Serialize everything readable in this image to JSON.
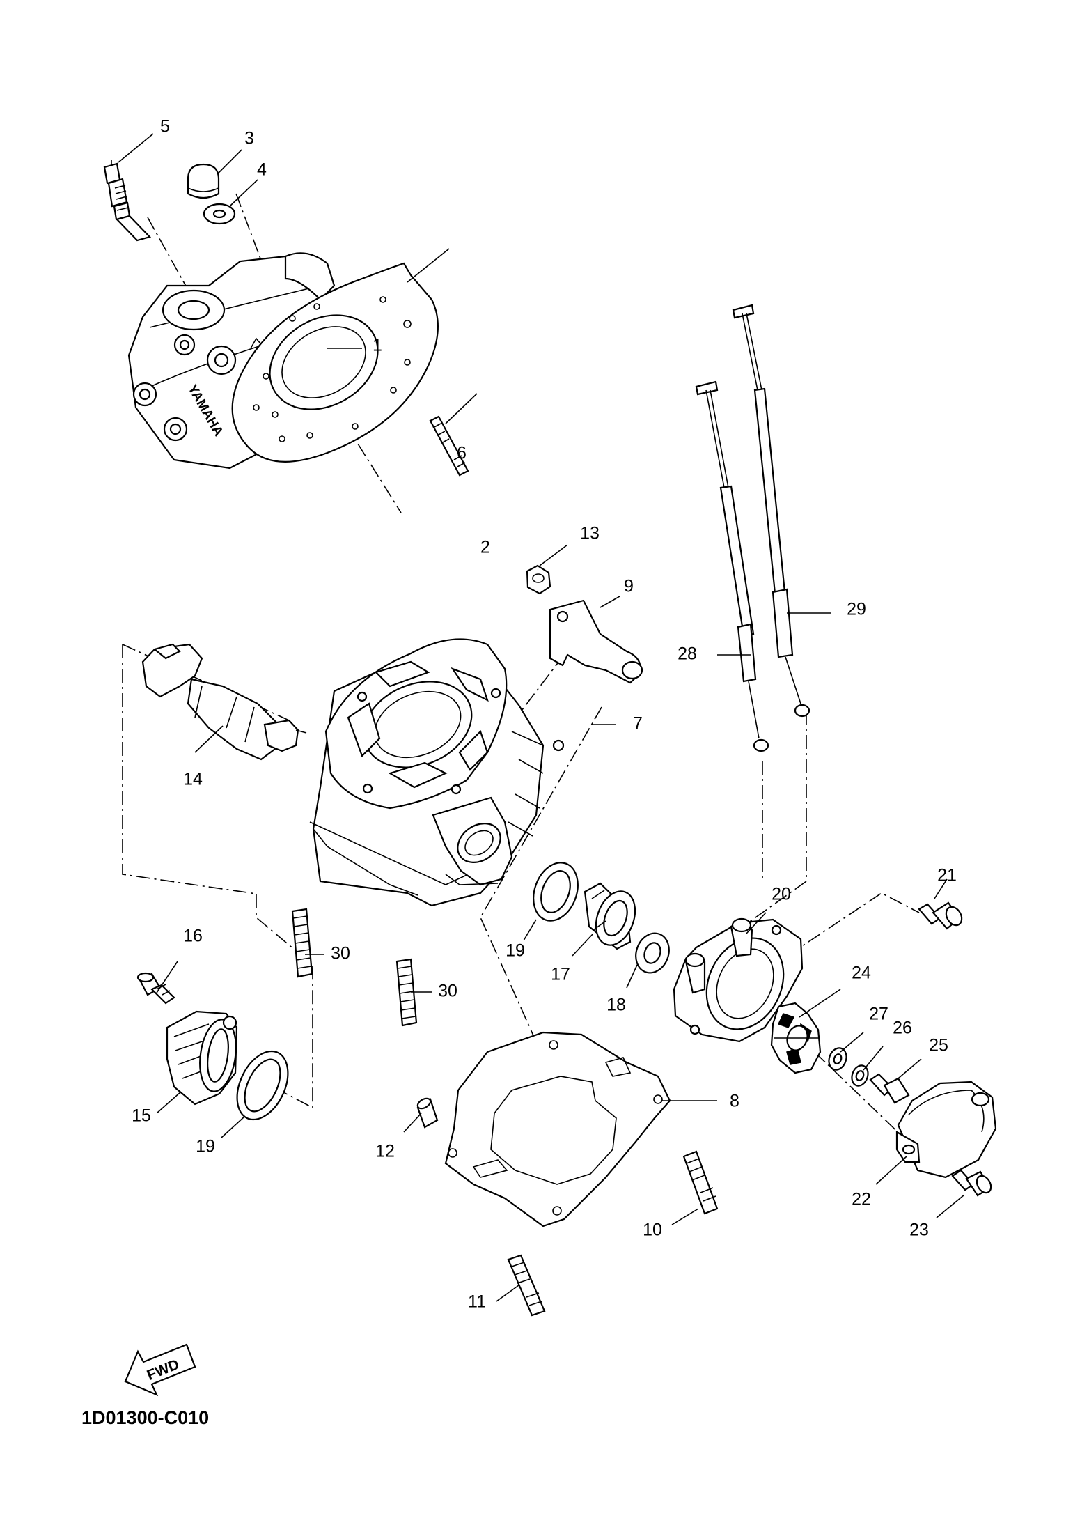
{
  "diagram": {
    "code": "1D01300-C010",
    "fwd_label": "FWD",
    "logo_text": "YAMAHA",
    "callouts": [
      "5",
      "3",
      "4",
      "1",
      "6",
      "2",
      "13",
      "9",
      "29",
      "28",
      "14",
      "7",
      "21",
      "20",
      "16",
      "30",
      "30",
      "19",
      "17",
      "18",
      "24",
      "27",
      "26",
      "25",
      "15",
      "19",
      "8",
      "12",
      "22",
      "23",
      "10",
      "11"
    ]
  }
}
